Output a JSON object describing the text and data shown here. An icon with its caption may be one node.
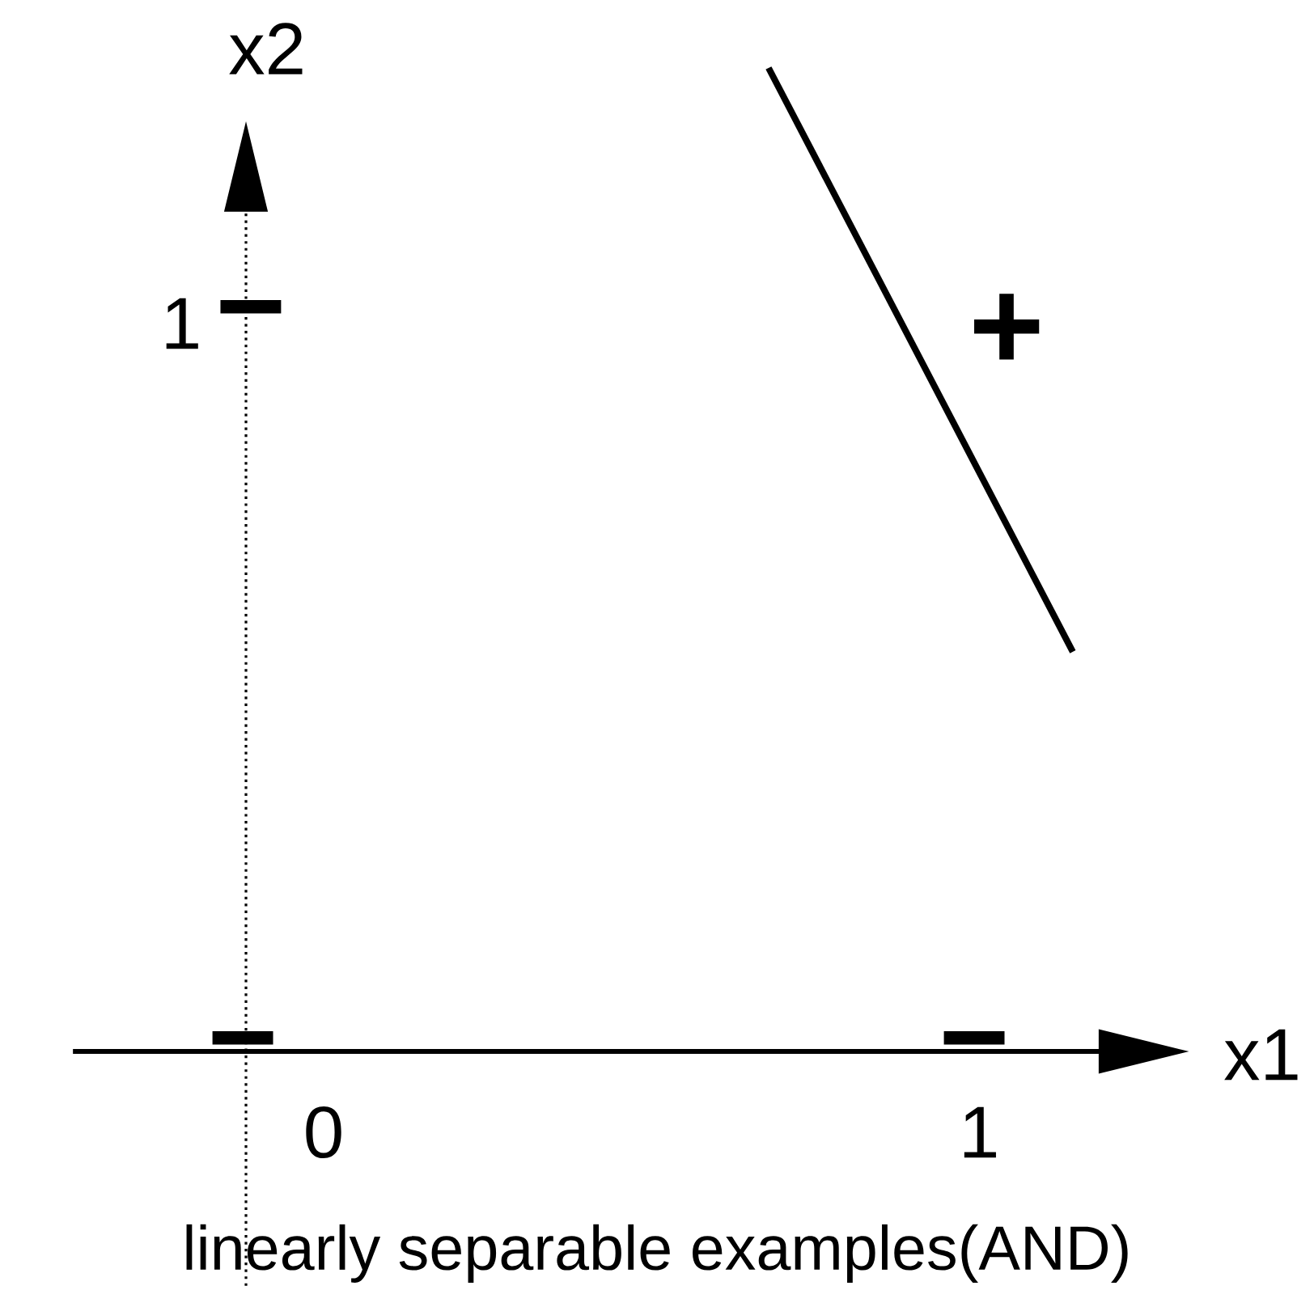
{
  "diagram": {
    "caption": "linearly separable examples(AND)",
    "labels": [
      "x2",
      "1",
      "−",
      "+",
      "−",
      "x1",
      "−",
      "0",
      "1"
    ]
  }
}
